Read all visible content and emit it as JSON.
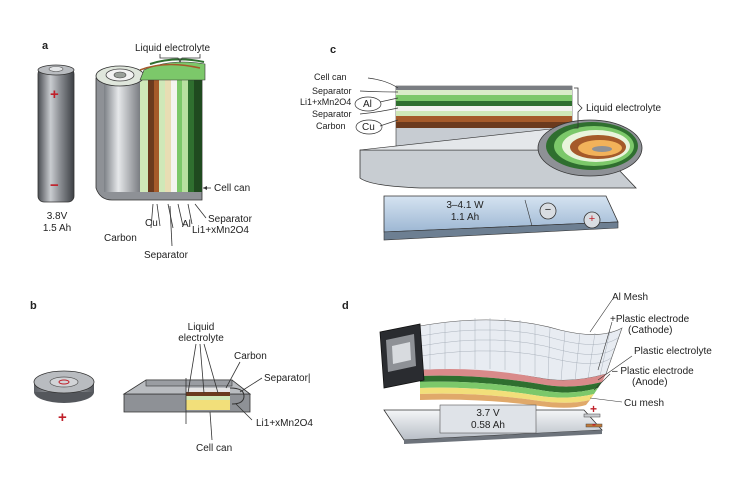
{
  "panels": {
    "a": {
      "letter": "a",
      "cell_voltage": "3.8V",
      "cell_capacity": "1.5 Ah",
      "plus": "+",
      "minus": "−",
      "labels": {
        "liquid_electrolyte": "Liquid electrolyte",
        "cell_can": "Cell can",
        "separator_right": "Separator",
        "cathode": "Li1+xMn2O4",
        "al": "Al",
        "cu": "Cu",
        "carbon": "Carbon",
        "separator_bottom": "Separator"
      }
    },
    "b": {
      "letter": "b",
      "plus": "+",
      "labels": {
        "liquid_electrolyte_line1": "Liquid",
        "liquid_electrolyte_line2": "electrolyte",
        "carbon": "Carbon",
        "separator": "Separator|",
        "cathode": "Li1+xMn2O4",
        "cell_can": "Cell can"
      }
    },
    "c": {
      "letter": "c",
      "labels": {
        "cell_can": "Cell can",
        "separator_top": "Separator",
        "cathode": "Li1+xMn2O4",
        "al": "Al",
        "separator_bottom": "Separator",
        "carbon": "Carbon",
        "cu": "Cu",
        "liquid_electrolyte": "Liquid electrolyte",
        "spec_power": "3–4.1 W",
        "spec_capacity": "1.1 Ah",
        "minus": "−",
        "plus": "+"
      }
    },
    "d": {
      "letter": "d",
      "labels": {
        "al_mesh": "Al Mesh",
        "plastic_cathode_line1": "+Plastic electrode",
        "plastic_cathode_line2": "(Cathode)",
        "plastic_electrolyte": "Plastic electrolyte",
        "plastic_anode_line1": "– Plastic electrode",
        "plastic_anode_line2": "(Anode)",
        "cu_mesh": "Cu mesh",
        "spec_voltage": "3.7 V",
        "spec_capacity": "0.58 Ah",
        "plus": "+",
        "minus": "-"
      }
    }
  },
  "colors": {
    "can_grey": "#8e9196",
    "green_layer": "#7cc86a",
    "dark_green": "#2f6f2f",
    "copper": "#a55a2a",
    "brown": "#6b3a1e",
    "pale_green": "#cfe8b8",
    "yellow_electrolyte": "#f2df7a",
    "blue_pouch": "#aec8e2",
    "red_mark": "#c0202a"
  }
}
